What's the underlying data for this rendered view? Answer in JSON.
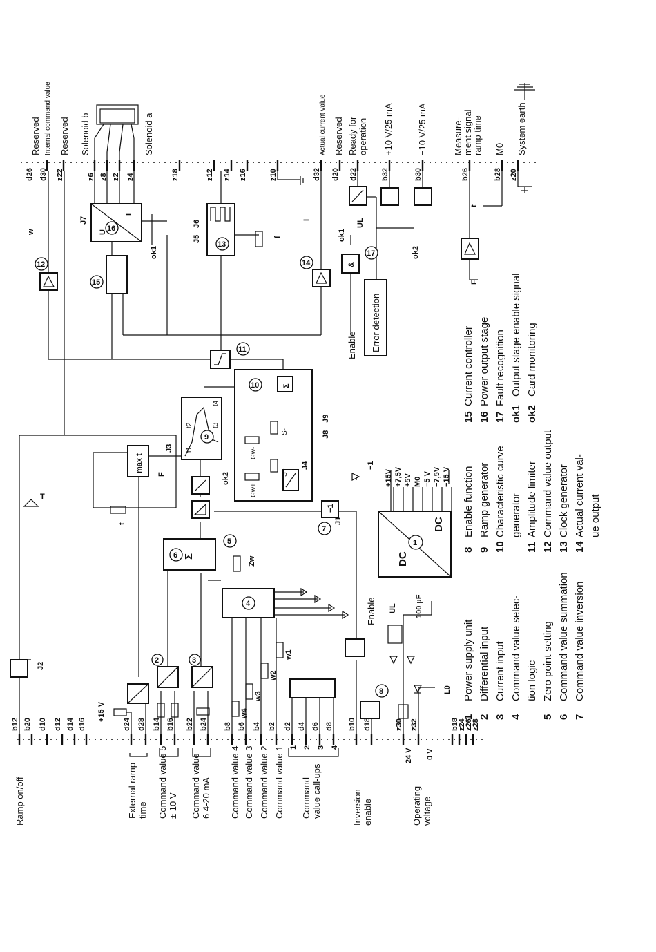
{
  "rail_labels": [
    "Reserved",
    "Internal command value",
    "Reserved",
    "Solenoid b",
    "Solenoid a",
    "Actual current value",
    "Reserved",
    "Ready for operation",
    "+10 V/25 mA",
    "−10 V/25 mA",
    "Measure- ment signal ramp time",
    "M0",
    "System earth"
  ],
  "top_pins": [
    "d26",
    "d30",
    "z22",
    "z6",
    "z8",
    "z2",
    "z4",
    "z18",
    "z12",
    "z14",
    "z16",
    "z10",
    "d32",
    "d20",
    "d22",
    "b32",
    "b30",
    "b26",
    "b28",
    "z20"
  ],
  "bottom_pins": [
    "b12",
    "b20",
    "d10",
    "d12",
    "d14",
    "d16",
    "d24",
    "d28",
    "b14",
    "b16",
    "b22",
    "b24",
    "b8",
    "b6",
    "b4",
    "b2",
    "d2",
    "d4",
    "d6",
    "d8",
    "b10",
    "d18",
    "z30",
    "z32",
    "b18",
    "z24",
    "z26",
    "z28"
  ],
  "input_labels": [
    "Ramp on/off",
    "External ramp time",
    "Command value 5 ± 10 V",
    "Command value 6 4-20 mA",
    "Command value 4",
    "Command value 3",
    "Command value 2",
    "Command value 1",
    "Command value call-ups",
    "Inversion enable",
    "Operating voltage"
  ],
  "input_small": [
    "24 V",
    "0 V",
    "+15 V",
    "1",
    "2",
    "3",
    "4"
  ],
  "supply_rails": [
    "+15V",
    "+7,5V",
    "+5V",
    "M0",
    "−5 V",
    "−7,5V",
    "−15 V"
  ],
  "block_texts": [
    "max t",
    "Σ",
    "DC",
    "DC",
    "U",
    "I",
    "−1",
    "&",
    "Error detection",
    "Enable",
    "Enable",
    "UL",
    "UL",
    "100 µF",
    "L0",
    "F",
    "F",
    "f",
    "t",
    "t",
    "T",
    "Zw",
    "w",
    "I",
    "ok1",
    "ok1",
    "ok2",
    "ok2",
    "Gw+",
    "Gw−",
    "S+",
    "S-"
  ],
  "jumpers": [
    "J1",
    "J2",
    "J3",
    "J4",
    "J5",
    "J6",
    "J7",
    "J8",
    "J9"
  ],
  "legend": [
    {
      "num": "1",
      "text": "Power supply unit"
    },
    {
      "num": "2",
      "text": "Differential input"
    },
    {
      "num": "3",
      "text": "Current input"
    },
    {
      "num": "4",
      "text": "Command value selection logic"
    },
    {
      "num": "5",
      "text": "Zero point setting"
    },
    {
      "num": "6",
      "text": "Command value summation"
    },
    {
      "num": "7",
      "text": "Command value inversion"
    },
    {
      "num": "8",
      "text": "Enable function"
    },
    {
      "num": "9",
      "text": "Ramp generator"
    },
    {
      "num": "10",
      "text": "Characteristic curve generator"
    },
    {
      "num": "11",
      "text": "Amplitude limiter"
    },
    {
      "num": "12",
      "text": "Command value output"
    },
    {
      "num": "13",
      "text": "Clock generator"
    },
    {
      "num": "14",
      "text": "Actual current value output"
    },
    {
      "num": "15",
      "text": "Current controller"
    },
    {
      "num": "16",
      "text": "Power output stage"
    },
    {
      "num": "17",
      "text": "Fault recognition"
    },
    {
      "num": "ok1",
      "text": "Output stage enable signal"
    },
    {
      "num": "ok2",
      "text": "Card monitoring"
    }
  ]
}
